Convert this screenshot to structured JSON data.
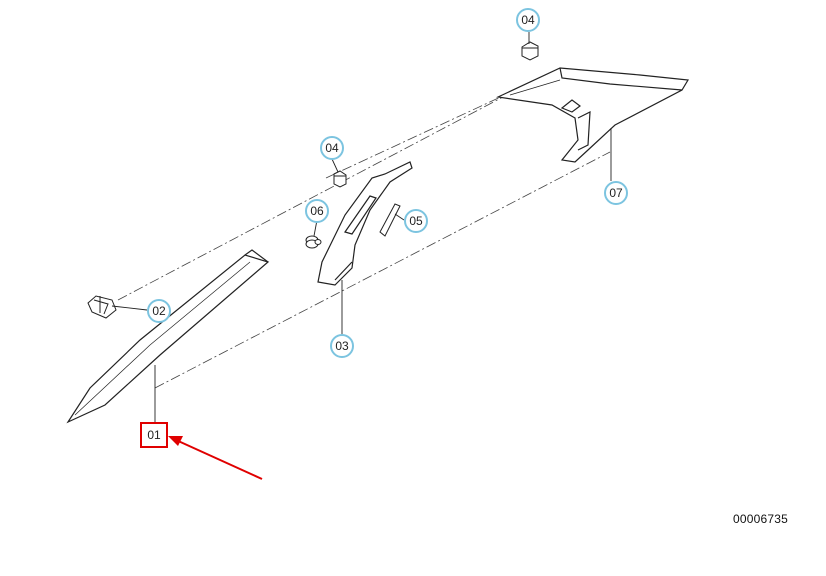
{
  "diagram": {
    "callouts": [
      {
        "id": "04a",
        "label": "04"
      },
      {
        "id": "07",
        "label": "07"
      },
      {
        "id": "04b",
        "label": "04"
      },
      {
        "id": "06",
        "label": "06"
      },
      {
        "id": "05",
        "label": "05"
      },
      {
        "id": "02",
        "label": "02"
      },
      {
        "id": "03",
        "label": "03"
      },
      {
        "id": "01",
        "label": "01"
      }
    ],
    "highlighted_part": "01",
    "highlight_color": "#e00000",
    "callout_color": "#7cc4e0",
    "document_number": "00006735"
  }
}
